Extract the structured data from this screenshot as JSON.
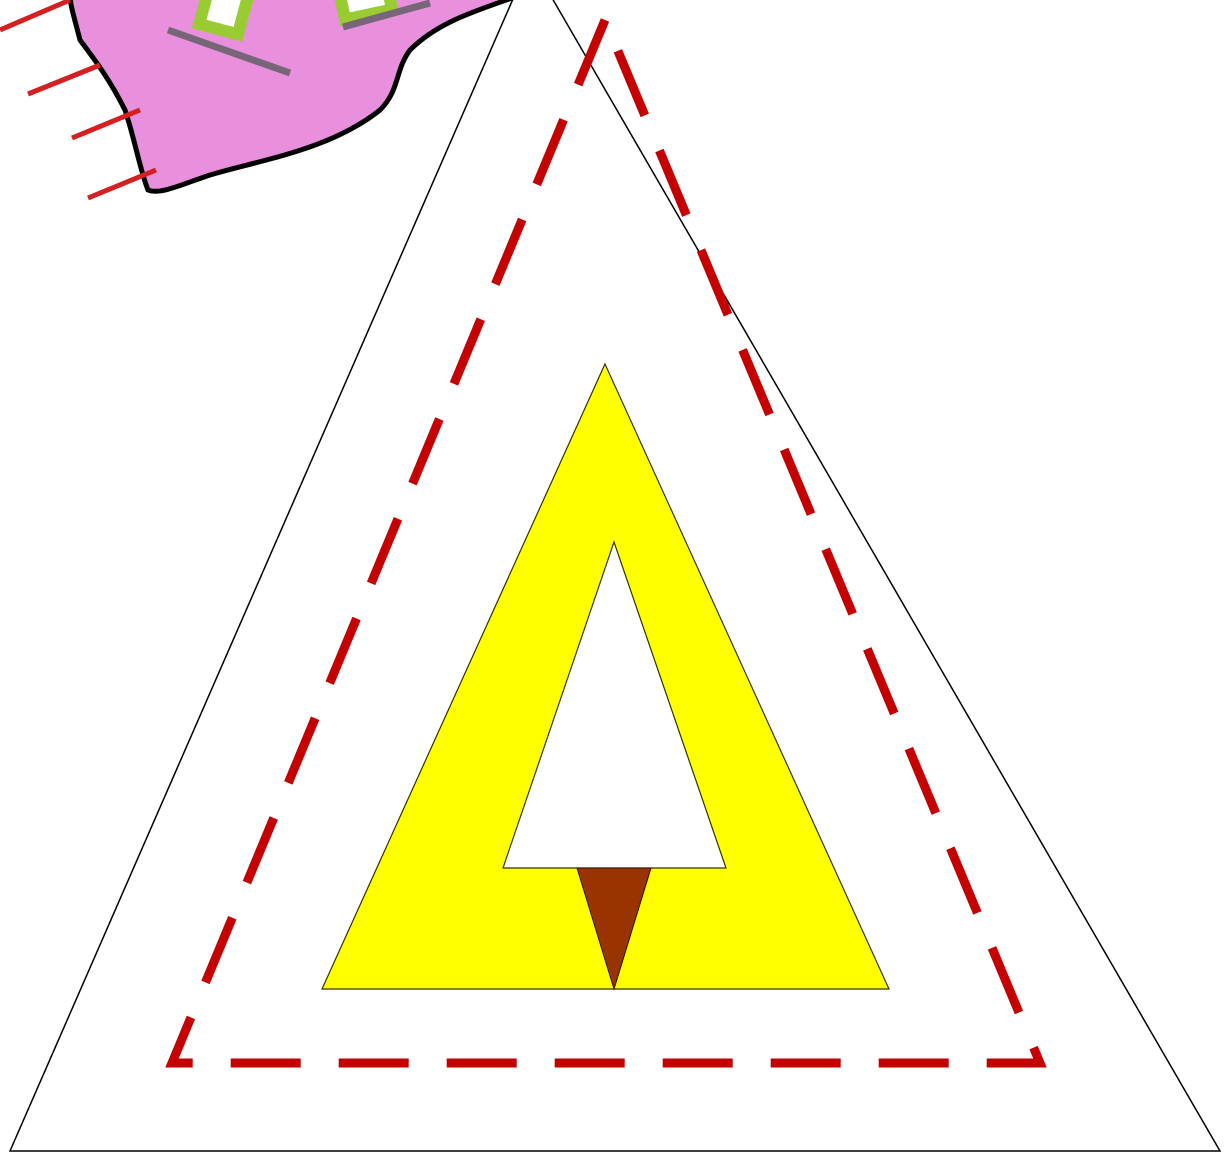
{
  "diagram": {
    "description_shapes": [
      "outer-triangle",
      "dashed-triangle",
      "yellow-triangle-frame",
      "inner-white-triangle",
      "brown-wedge",
      "pink-blob"
    ],
    "colors": {
      "background": "#ffffff",
      "outer_stroke": "#000000",
      "dashed_stroke": "#c40000",
      "yellow_fill": "#ffff00",
      "yellow_stroke": "#333300",
      "inner_fill": "#ffffff",
      "wedge_fill": "#993300",
      "blob_fill": "#e88fdd",
      "blob_stroke": "#000000",
      "hatch_stroke": "#d42020",
      "window_frame": "#99cc33",
      "window_fill": "#ffffff",
      "sill_color": "#776677"
    }
  }
}
